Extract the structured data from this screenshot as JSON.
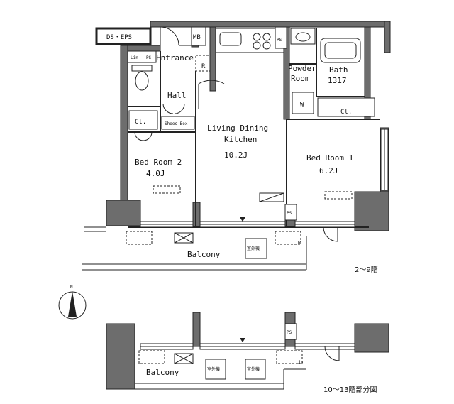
{
  "plan_upper": {
    "ds_eps": "DS・EPS",
    "lin": "Lin",
    "ps": "PS",
    "mb": "MB",
    "entrance": "Entrance",
    "refrigerator_mark": "R",
    "hall": "Hall",
    "cl": "Cl.",
    "shoes_box": "Shoes Box",
    "living": [
      "Living Dining",
      "Kitchen",
      "10.2J"
    ],
    "bed_room_2": [
      "Bed Room 2",
      "4.0J"
    ],
    "bed_room_1": [
      "Bed Room 1",
      "6.2J"
    ],
    "powder_room": [
      "Powder",
      "Room"
    ],
    "washer_mark": "W",
    "bath": [
      "Bath",
      "1317"
    ],
    "balcony": "Balcony",
    "aircon_mark": "Jo",
    "unit_mark": "室外機",
    "floor_note": "2～9階"
  },
  "plan_lower": {
    "ps": "PS",
    "balcony": "Balcony",
    "aircon_mark": "Jo",
    "unit_mark": "室外機",
    "floor_note": "10～13階部分図"
  },
  "compass": {
    "north": "N"
  }
}
